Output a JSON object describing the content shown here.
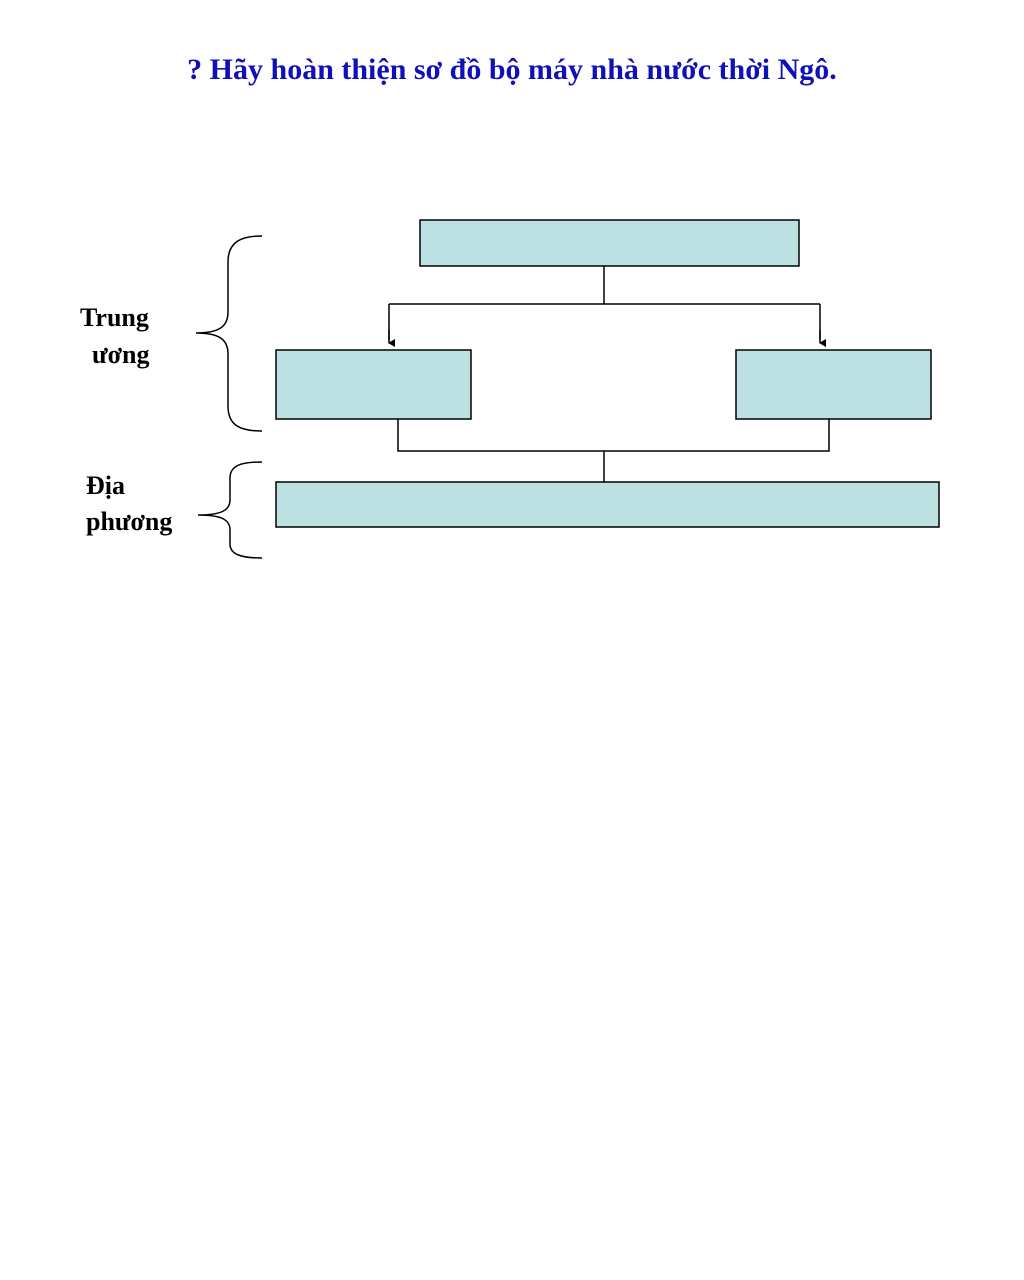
{
  "title": "? Hãy hoàn thiện sơ đồ bộ máy nhà nước thời Ngô.",
  "groups": {
    "central": {
      "line1": "Trung",
      "line2": "ương"
    },
    "local": {
      "line1": "Địa",
      "line2": "phương"
    }
  },
  "colors": {
    "title": "#1010b8",
    "box_fill": "#bde0e3",
    "stroke": "#000000"
  }
}
